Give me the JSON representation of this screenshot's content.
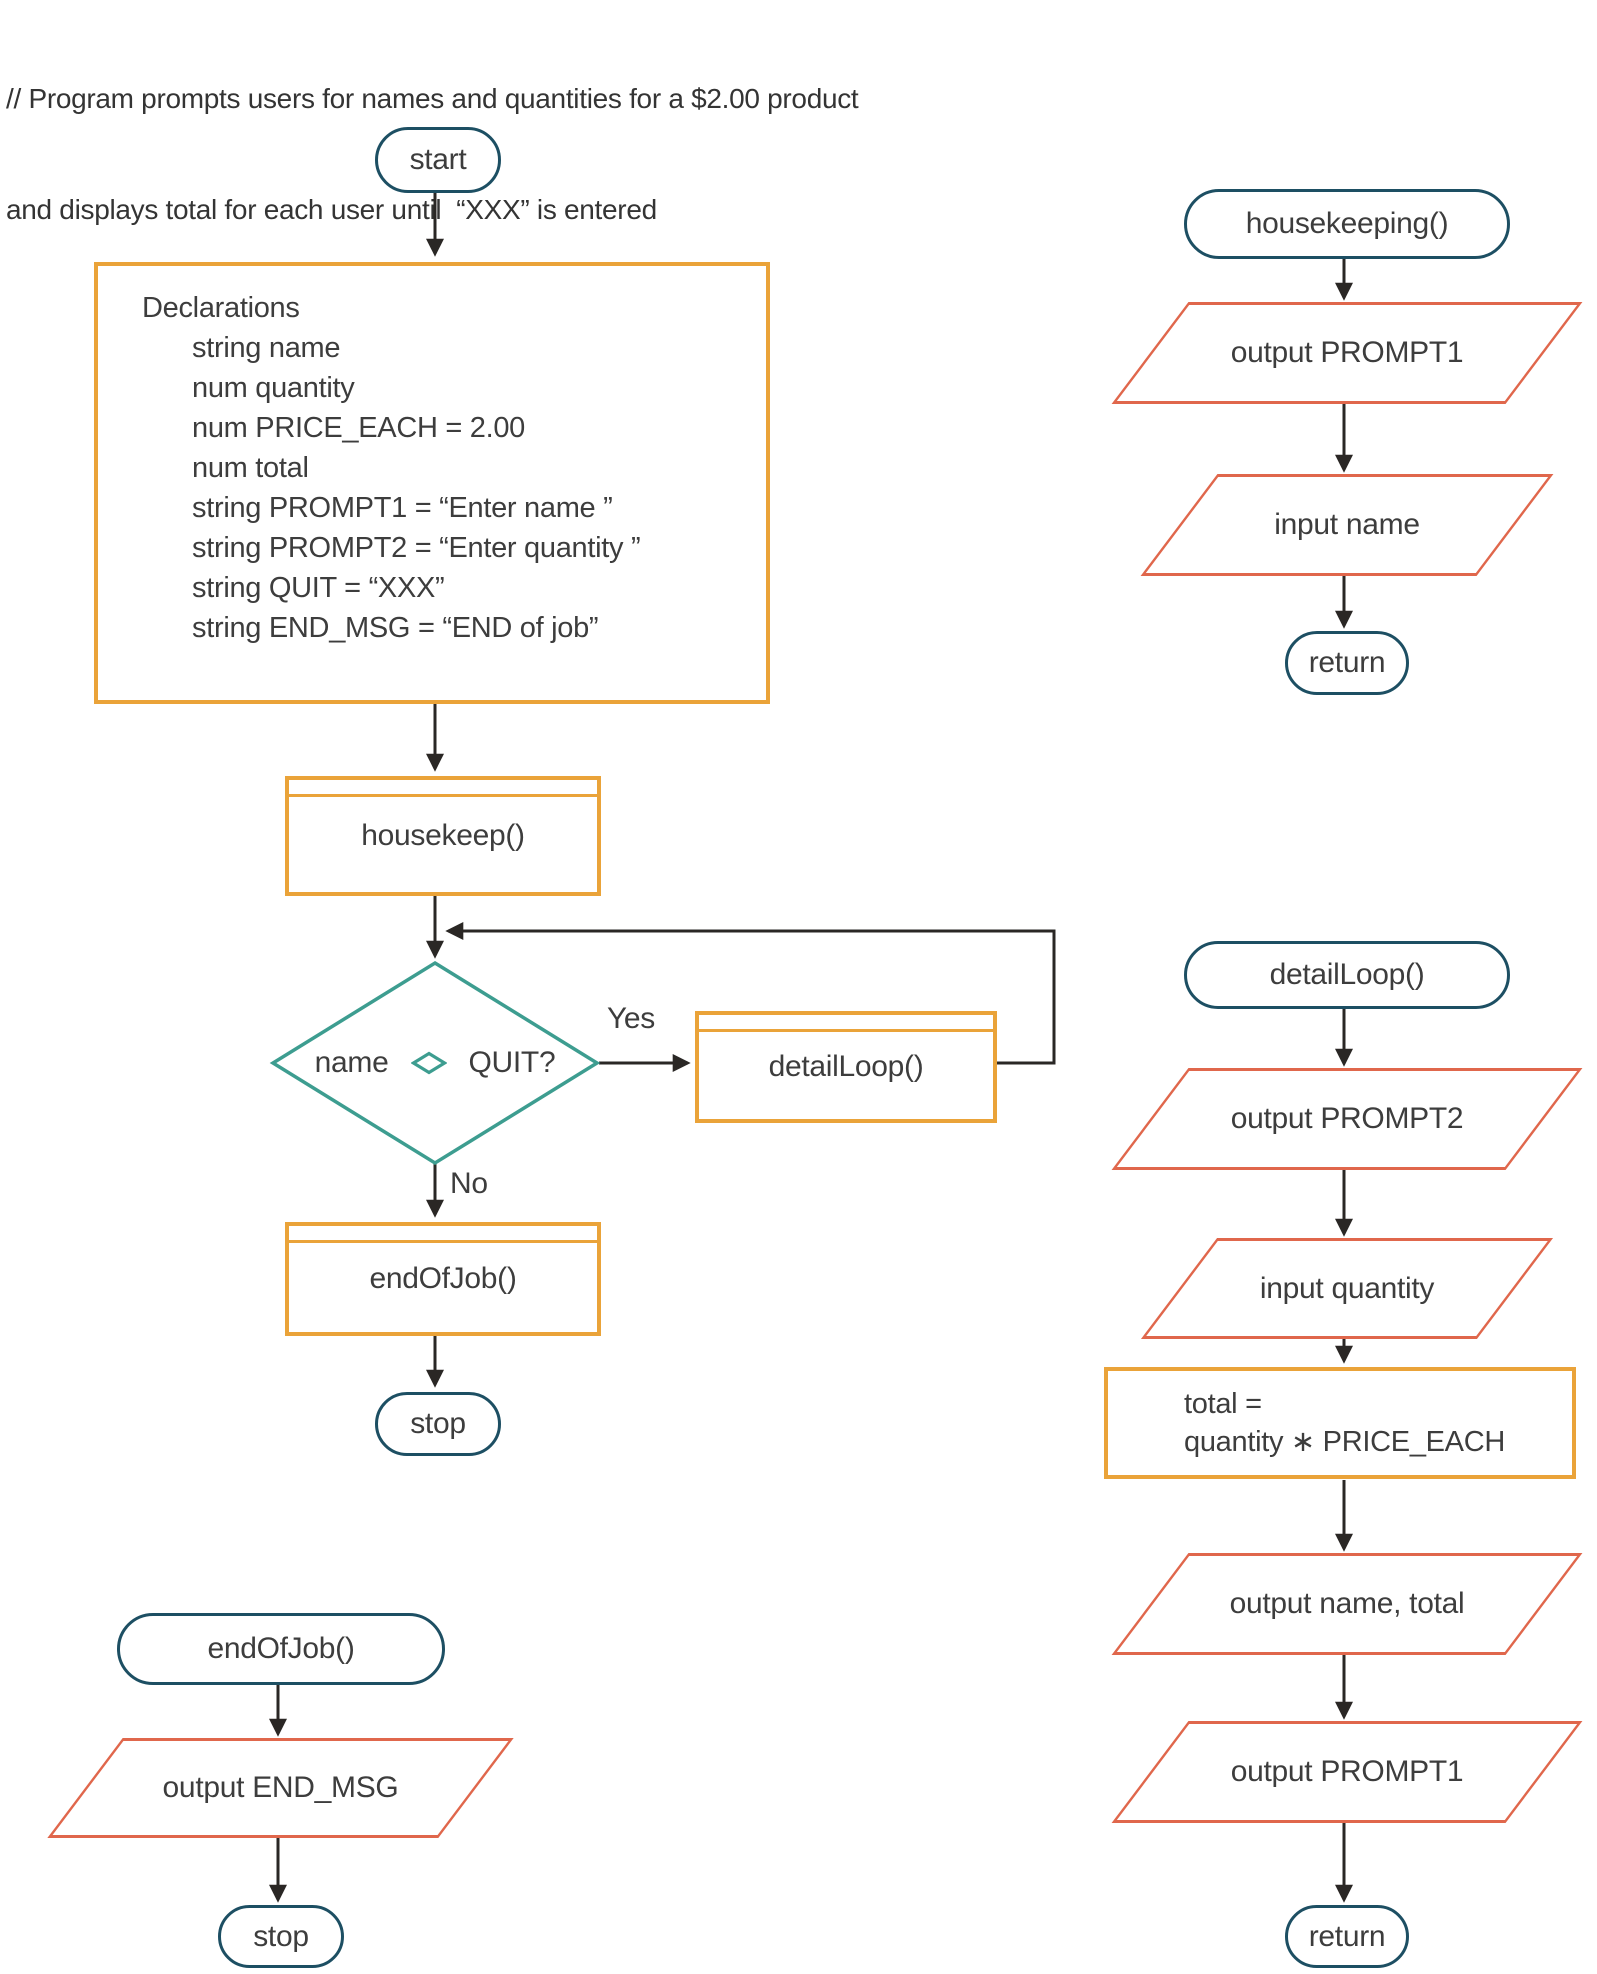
{
  "colors": {
    "navy": "#1d4f63",
    "orange": "#eaa339",
    "salmon": "#e0674c",
    "teal": "#3d9d90",
    "line": "#2a2725",
    "text": "#3d3d3d"
  },
  "comment": {
    "line1": "// Program prompts users for names and quantities for a $2.00 product",
    "line2": "and displays total for each user until  “XXX” is entered"
  },
  "main": {
    "start_label": "start",
    "declarations_title": "Declarations",
    "declarations_lines": [
      "string name",
      "num quantity",
      "num PRICE_EACH = 2.00",
      "num total",
      "string PROMPT1 = “Enter name ”",
      "string PROMPT2 = “Enter quantity ”",
      "string QUIT = “XXX”",
      "string END_MSG = “END of job”"
    ],
    "housekeep_label": "housekeep()",
    "decision_left": "name",
    "decision_right": "QUIT?",
    "yes_label": "Yes",
    "no_label": "No",
    "detailloop_label": "detailLoop()",
    "endofjob_label": "endOfJob()",
    "stop_label": "stop"
  },
  "housekeeping_module": {
    "title": "housekeeping()",
    "output_prompt1": "output PROMPT1",
    "input_name": "input name",
    "return_label": "return"
  },
  "detailloop_module": {
    "title": "detailLoop()",
    "output_prompt2": "output PROMPT2",
    "input_quantity": "input quantity",
    "total_line1": "total =",
    "total_line2": "quantity ∗ PRICE_EACH",
    "output_name_total": "output name, total",
    "output_prompt1": "output PROMPT1",
    "return_label": "return"
  },
  "endofjob_module": {
    "title": "endOfJob()",
    "output_end_msg": "output END_MSG",
    "stop_label": "stop"
  }
}
